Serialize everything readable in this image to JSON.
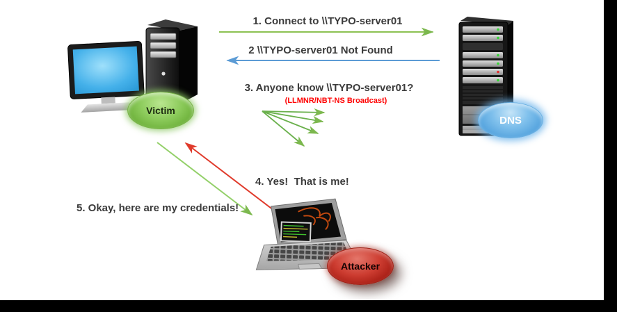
{
  "slide": {
    "background": "#ffffff",
    "frame_color": "#000000",
    "text_color": "#3b3b3b"
  },
  "nodes": {
    "victim": {
      "label": "Victim",
      "bubble_color": "#8ccb5b",
      "device": "desktop-computer"
    },
    "dns": {
      "label": "DNS",
      "bubble_color": "#54a3de",
      "device": "server-tower"
    },
    "attacker": {
      "label": "Attacker",
      "bubble_color": "#cd3d31",
      "device": "kali-laptop"
    }
  },
  "messages": [
    {
      "label": "1. Connect to \\\\TYPO-server01",
      "from": "Victim",
      "to": "DNS",
      "arrow_color": "#8cc152",
      "direction": "right"
    },
    {
      "label": "2 \\\\TYPO-server01 Not Found",
      "from": "DNS",
      "to": "Victim",
      "arrow_color": "#5b9bd5",
      "direction": "left"
    },
    {
      "label": "3. Anyone know \\\\TYPO-server01?",
      "sublabel": "(LLMNR/NBT-NS Broadcast)",
      "sublabel_color": "#ff0000",
      "from": "Victim",
      "to": "Broadcast",
      "arrow_color": "#6ab04c",
      "direction": "fan-right"
    },
    {
      "label": "4. Yes!  That is me!",
      "from": "Attacker",
      "to": "Victim",
      "arrow_color": "#e03a2b",
      "direction": "up-left"
    },
    {
      "label": "5. Okay, here are my credentials!",
      "from": "Victim",
      "to": "Attacker",
      "arrow_color": "#93d069",
      "direction": "down-right"
    }
  ]
}
